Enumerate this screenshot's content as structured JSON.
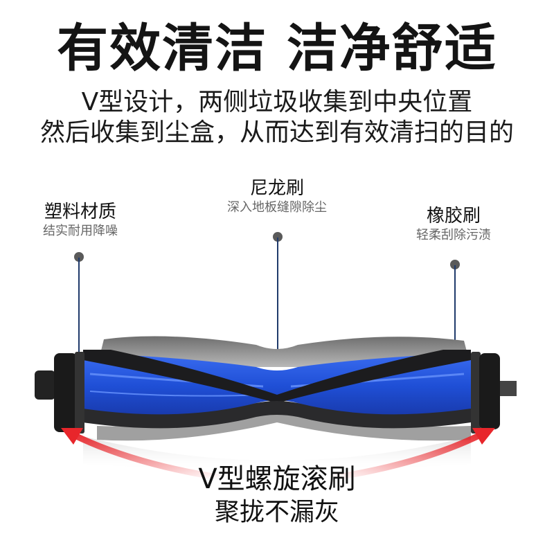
{
  "headline": "有效清洁  洁净舒适",
  "subheadline": {
    "line1": "V型设计，两侧垃圾收集到中央位置",
    "line2": "然后收集到尘盒，从而达到有效清扫的目的"
  },
  "callouts": [
    {
      "title": "塑料材质",
      "desc": "结实耐用降噪"
    },
    {
      "title": "尼龙刷",
      "desc": "深入地板缝隙除尘"
    },
    {
      "title": "橡胶刷",
      "desc": "轻柔刮除污渍"
    }
  ],
  "product": {
    "name": "V型螺旋滚刷",
    "tagline": "聚拢不漏灰",
    "icon": "roller-brush-image"
  },
  "colors": {
    "accent_blue": "#1f4fd6",
    "arrow_red": "#e8262b",
    "pointer_line": "#1f3a6b",
    "pointer_dot": "#5a5a5a",
    "brush_black": "#1c1c1e",
    "bristle_gray": "#8a8a8a"
  }
}
